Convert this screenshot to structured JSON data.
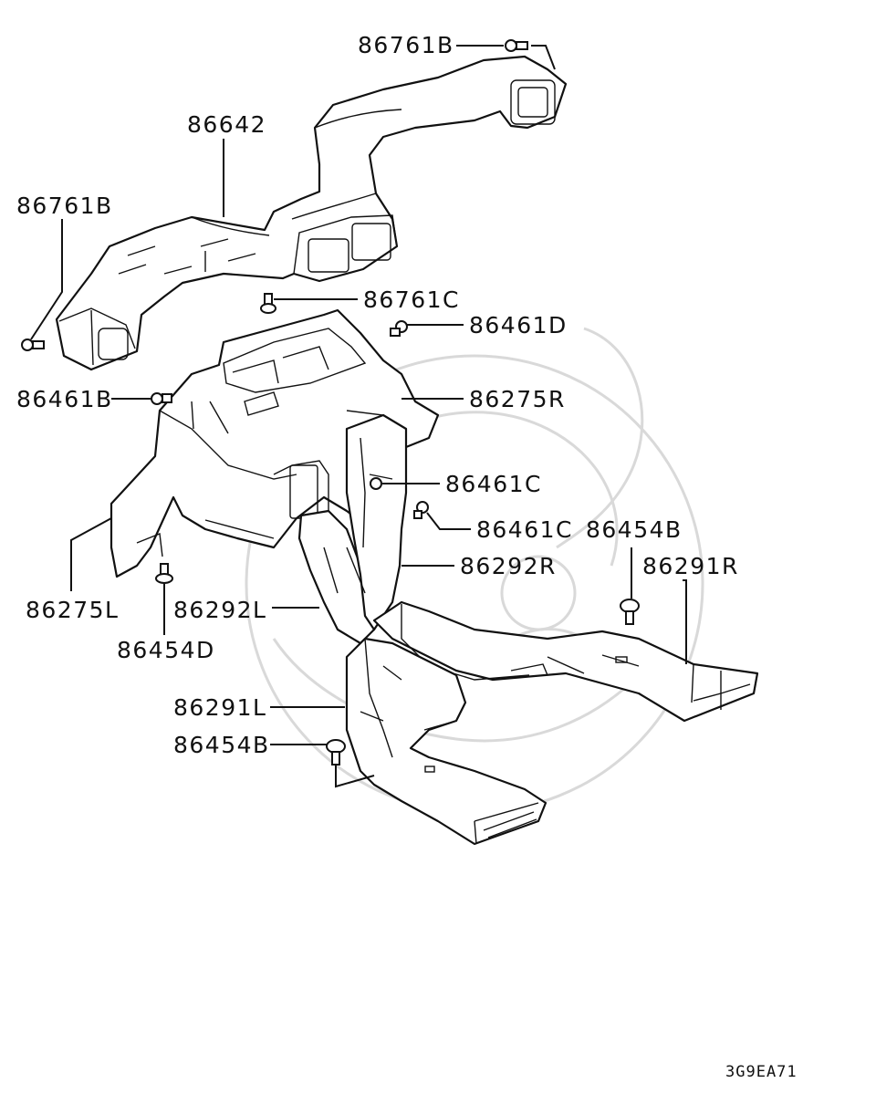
{
  "diagram": {
    "code": "3G9EA71",
    "labels": {
      "p86761B_top": "86761B",
      "p86642": "86642",
      "p86761B_left": "86761B",
      "p86761C": "86761C",
      "p86461D": "86461D",
      "p86461B": "86461B",
      "p86275R": "86275R",
      "p86461C_a": "86461C",
      "p86461C_b": "86461C",
      "p86454B_right": "86454B",
      "p86292R": "86292R",
      "p86291R": "86291R",
      "p86275L": "86275L",
      "p86292L": "86292L",
      "p86454D": "86454D",
      "p86291L": "86291L",
      "p86454B_left": "86454B"
    }
  }
}
